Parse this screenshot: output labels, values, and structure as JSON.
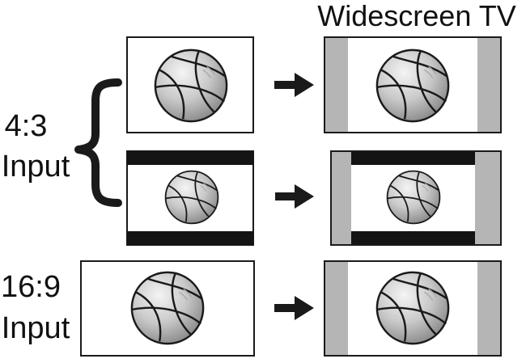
{
  "header": {
    "title": "Widescreen TV"
  },
  "groups": [
    {
      "label_line1": "4:3",
      "label_line2": "Input"
    },
    {
      "label_line1": "16:9",
      "label_line2": "Input"
    }
  ],
  "colors": {
    "frame": "#1a1a1a",
    "pillarbox": "#b5b5b5",
    "letterbox": "#141414",
    "arrow": "#1a1a1a",
    "ball": "#c8c8c8"
  },
  "icons": {
    "ball": "basketball-icon",
    "arrow": "right-arrow-icon",
    "brace": "curly-brace-icon"
  }
}
